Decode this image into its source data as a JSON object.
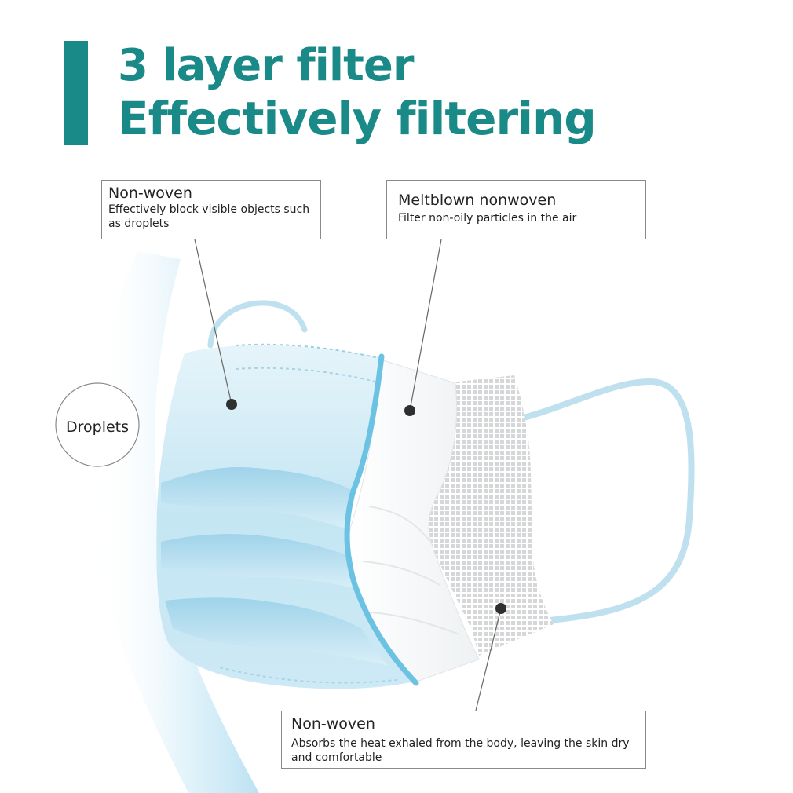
{
  "colors": {
    "accent": "#1a8a88",
    "mask_blue": "#bde1ef",
    "mask_edge": "#6fc3e3"
  },
  "title": {
    "line1": "3 layer filter",
    "line2": "Effectively filtering"
  },
  "layers": [
    {
      "name": "Non-woven",
      "description": "Effectively block visible objects such as droplets"
    },
    {
      "name": "Meltblown nonwoven",
      "description": "Filter non-oily particles in the air"
    },
    {
      "name": "Non-woven",
      "description": "Absorbs the heat exhaled from the body, leaving the skin dry and comfortable"
    }
  ],
  "droplets_label": "Droplets",
  "illustration": {
    "subject": "3-ply surgical face mask",
    "icon": "mask-illustration"
  }
}
